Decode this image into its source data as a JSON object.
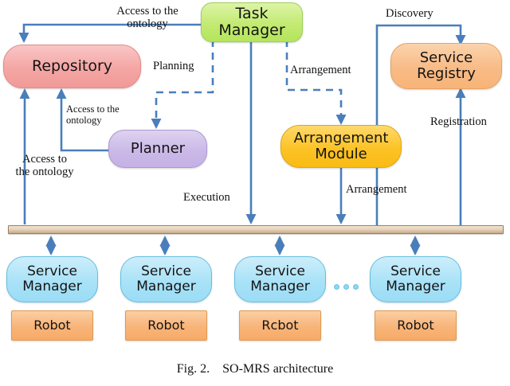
{
  "figure": {
    "caption_number": "Fig. 2.",
    "caption_text": "SO-MRS architecture"
  },
  "colors": {
    "task_manager": "#c3ea72",
    "repository": "#f4a6a4",
    "planner": "#cbb9e8",
    "arrangement_module": "#fcc327",
    "service_registry": "#f8bb86",
    "service_manager": "#a9e2f7",
    "robot": "#f8b478",
    "bus": "#e6d5bd",
    "connector": "#4a7ebb"
  },
  "nodes": {
    "task_manager": "Task\nManager",
    "repository": "Repository",
    "planner": "Planner",
    "arrangement_module": "Arrangement\nModule",
    "service_registry": "Service\nRegistry",
    "service_managers": [
      {
        "label": "Service\nManager",
        "robot": "Robot"
      },
      {
        "label": "Service\nManager",
        "robot": "Robot"
      },
      {
        "label": "Service\nManager",
        "robot": "Rcbot"
      },
      {
        "label": "Service\nManager",
        "robot": "Robot"
      }
    ],
    "ellipsis": "o o o"
  },
  "edge_labels": {
    "access_ontology_top": "Access to the\nontology",
    "planning": "Planning",
    "arrangement_top": "Arrangement",
    "discovery": "Discovery",
    "access_ontology_mid": "Access to the\nontology",
    "access_ontology_left": "Access to\nthe ontology",
    "registration": "Registration",
    "execution": "Execution",
    "arrangement_bottom": "Arrangement"
  }
}
